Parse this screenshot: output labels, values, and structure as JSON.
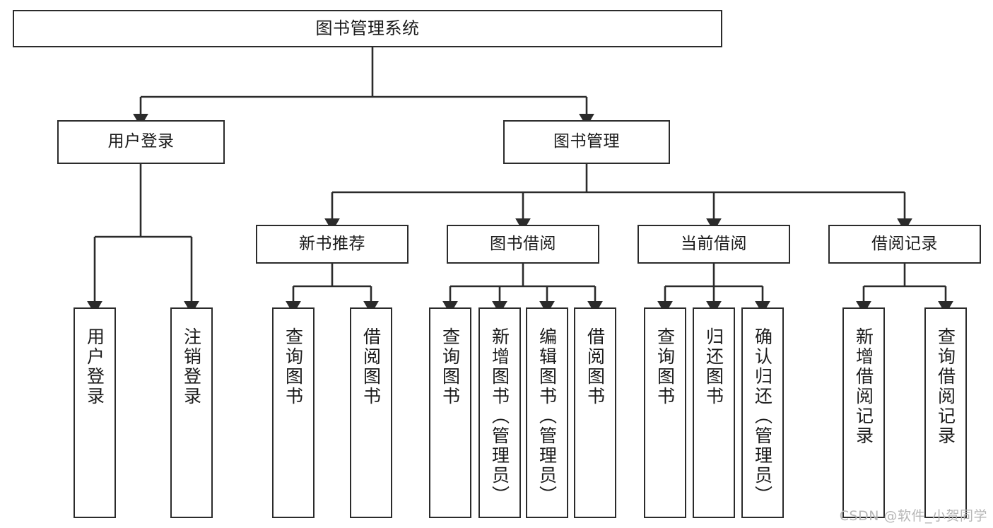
{
  "diagram": {
    "title": "图书管理系统",
    "type": "tree-hierarchy",
    "orientation": "top-down",
    "line_color": "#2b2b2b",
    "box_fill": "#ffffff",
    "text_color": "#1b1b1b"
  },
  "root": {
    "label": "图书管理系统"
  },
  "level2": [
    {
      "label": "用户登录"
    },
    {
      "label": "图书管理"
    }
  ],
  "level3": [
    {
      "label": "新书推荐"
    },
    {
      "label": "图书借阅"
    },
    {
      "label": "当前借阅"
    },
    {
      "label": "借阅记录"
    }
  ],
  "leaves": {
    "user_login": [
      {
        "label": "用户登录"
      },
      {
        "label": "注销登录"
      }
    ],
    "new_book": [
      {
        "label": "查询图书"
      },
      {
        "label": "借阅图书"
      }
    ],
    "borrow_book": [
      {
        "label": "查询图书"
      },
      {
        "label": "新增图书（管理员）"
      },
      {
        "label": "编辑图书（管理员）"
      },
      {
        "label": "借阅图书"
      }
    ],
    "current_borrow": [
      {
        "label": "查询图书"
      },
      {
        "label": "归还图书"
      },
      {
        "label": "确认归还（管理员）"
      }
    ],
    "borrow_record": [
      {
        "label": "新增借阅记录"
      },
      {
        "label": "查询借阅记录"
      }
    ]
  },
  "watermark": {
    "text": "CSDN @软件_小贺同学"
  }
}
